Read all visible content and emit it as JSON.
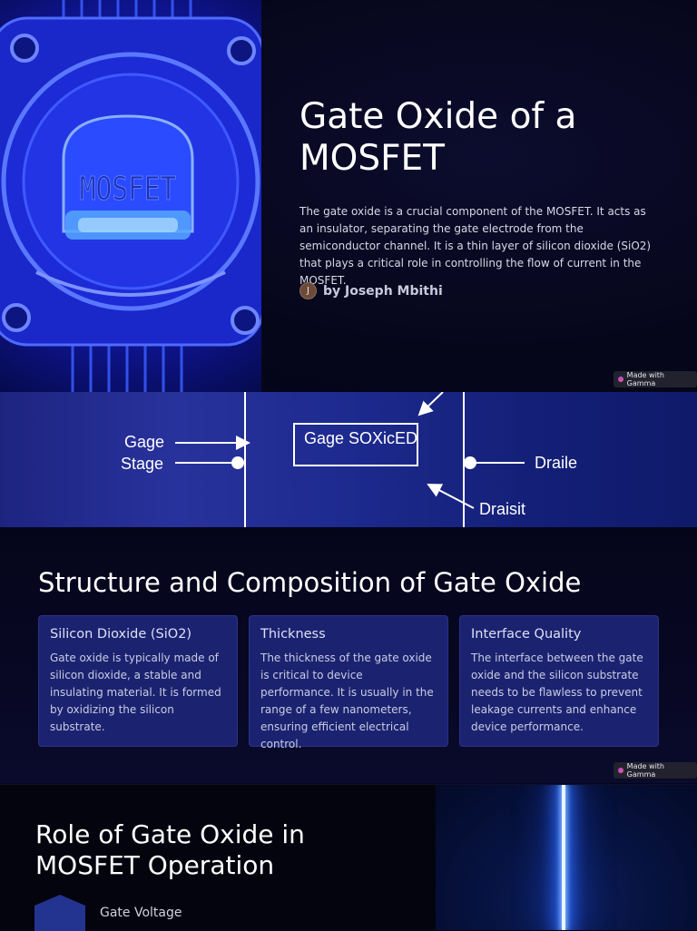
{
  "slide1": {
    "chip_label": "MOSFET",
    "title": "Gate Oxide of a MOSFET",
    "description": "The gate oxide is a crucial component of the MOSFET. It acts as an insulator, separating the gate electrode from the semiconductor channel. It is a thin layer of silicon dioxide (SiO2) that plays a critical role in controlling the flow of current in the MOSFET.",
    "author_initial": "J",
    "author": "by Joseph Mbithi",
    "badge": "Made with Gamma"
  },
  "diagram": {
    "label_gage": "Gage",
    "label_stage": "Stage",
    "box_label": "Gage SOXicED",
    "label_draile": "Draile",
    "label_draisit": "Draisit"
  },
  "slide3": {
    "heading": "Structure and Composition of Gate Oxide",
    "cards": [
      {
        "title": "Silicon Dioxide (SiO2)",
        "body": "Gate oxide is typically made of silicon dioxide, a stable and insulating material. It is formed by oxidizing the silicon substrate."
      },
      {
        "title": "Thickness",
        "body": "The thickness of the gate oxide is critical to device performance. It is usually in the range of a few nanometers, ensuring efficient electrical control."
      },
      {
        "title": "Interface Quality",
        "body": "The interface between the gate oxide and the silicon substrate needs to be flawless to prevent leakage currents and enhance device performance."
      }
    ],
    "badge": "Made with Gamma"
  },
  "slide4": {
    "heading": "Role of Gate Oxide in MOSFET Operation",
    "step1_label": "Gate Voltage"
  },
  "colors": {
    "background": "#05051a",
    "card": "#1b2370",
    "accent_blue": "#2b3cf5",
    "diagram_band": "#28329c"
  }
}
